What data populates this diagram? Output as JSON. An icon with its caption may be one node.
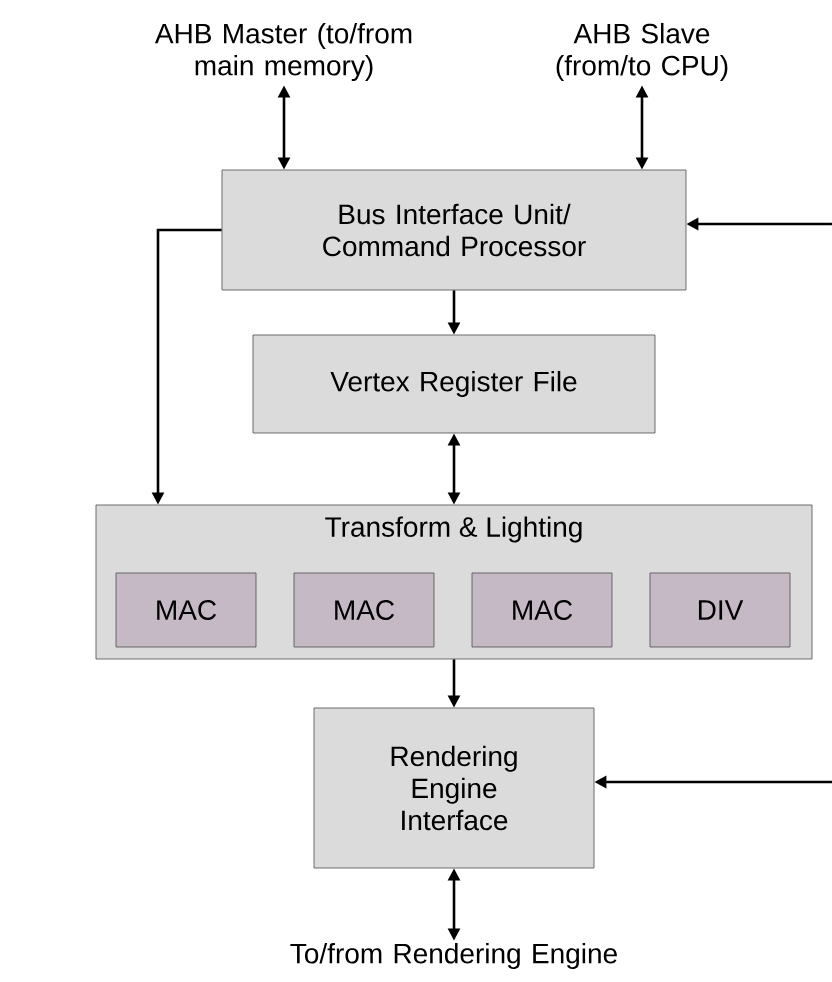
{
  "diagram": {
    "nodes": [
      {
        "text": [
          "AHB Master (to/from main memory)"
        ]
      },
      {
        "text": [
          "AHB Slave (from/to CPU)"
        ]
      },
      {
        "text": [
          "Bus Interface Unit/ Command Processor"
        ]
      },
      {
        "text": [
          "Vertex Register File"
        ]
      },
      {
        "text": [
          "Transform & Lighting"
        ]
      },
      {
        "text": [
          "MAC"
        ],
        "in": 4
      },
      {
        "text": [
          "MAC"
        ],
        "in": 4
      },
      {
        "text": [
          "MAC"
        ],
        "in": 4
      },
      {
        "text": [
          "DIV"
        ],
        "in": 4
      },
      {
        "text": [
          "Rendering Engine Interface"
        ]
      },
      {
        "text": [
          "To/from Rendering Engine"
        ]
      }
    ],
    "edges": [
      {
        "from": 0,
        "to": 2,
        "arrow": "both"
      },
      {
        "from": 1,
        "to": 2,
        "arrow": "both"
      },
      {
        "from": null,
        "to": 2,
        "arrow": "to"
      },
      {
        "from": 2,
        "to": 4,
        "arrow": "to"
      },
      {
        "from": 2,
        "to": 3,
        "arrow": "to"
      },
      {
        "from": 3,
        "to": 4,
        "arrow": "both"
      },
      {
        "from": 4,
        "to": 9,
        "arrow": "to"
      },
      {
        "from": null,
        "to": 9,
        "arrow": "to"
      },
      {
        "from": 9,
        "to": 10,
        "arrow": "both"
      }
    ]
  }
}
